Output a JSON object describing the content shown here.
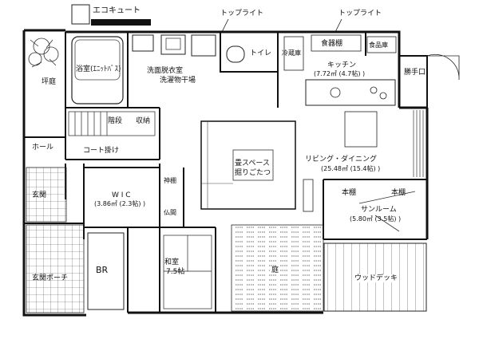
{
  "labels": {
    "ecocute": "エコキュート",
    "toplight_1": "トップライト",
    "toplight_2": "トップライト",
    "tsubo_niwa": "坪庭",
    "bath": "浴室(ｴﾆｯﾄﾊﾞｽ)",
    "washroom": "洗面脱衣室",
    "laundry": "洗濯物干場",
    "toilet": "トイレ",
    "fridge": "冷蔵庫",
    "shelf": "食器棚",
    "pantry": "食品庫",
    "kitchen": "キッチン",
    "kitchen_size": "(7.72㎡ (4.7帖) )",
    "back_door": "勝手口",
    "stairs": "階段",
    "storage": "収納",
    "hall": "ホール",
    "coat_hook": "コート掛け",
    "tatami_space_1": "畳スペース",
    "tatami_space_2": "掘りごたつ",
    "living_dining": "リビング・ダイニング",
    "living_size": "(25.48㎡ (15.4帖) )",
    "entrance": "玄関",
    "wic": "W I C",
    "wic_size": "(3.86㎡ (2.3帖) )",
    "kamidana": "神棚",
    "butsudan": "仏間",
    "bookshelf_1": "本棚",
    "bookshelf_2": "本棚",
    "sunroom": "サンルーム",
    "sunroom_size": "(5.80㎡ (3.5帖) )",
    "br": "BR",
    "entrance_porch": "玄関ポーチ",
    "washitsu_1": "和室",
    "washitsu_2": "7.5帖",
    "garden": "庭",
    "wood_deck": "ウッドデッキ"
  }
}
